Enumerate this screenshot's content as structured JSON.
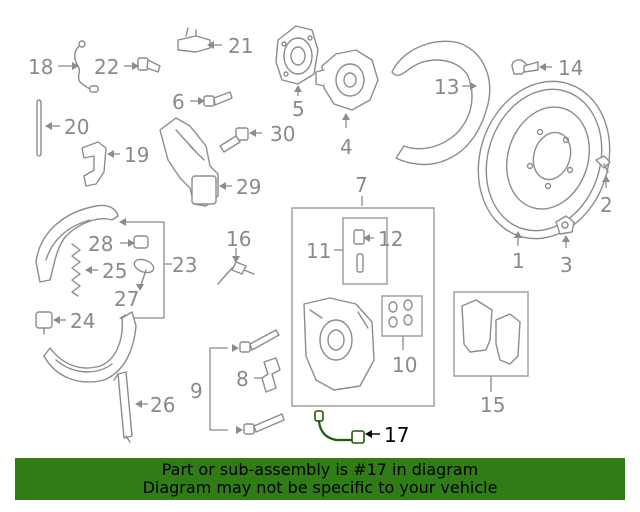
{
  "labels": {
    "p1": "1",
    "p2": "2",
    "p3": "3",
    "p4": "4",
    "p5": "5",
    "p6": "6",
    "p7": "7",
    "p8": "8",
    "p9": "9",
    "p10": "10",
    "p11": "11",
    "p12": "12",
    "p13": "13",
    "p14": "14",
    "p15": "15",
    "p16": "16",
    "p17": "17",
    "p18": "18",
    "p19": "19",
    "p20": "20",
    "p21": "21",
    "p22": "22",
    "p23": "23",
    "p24": "24",
    "p25": "25",
    "p26": "26",
    "p27": "27",
    "p28": "28",
    "p29": "29",
    "p30": "30"
  },
  "highlight_part": "17",
  "colors": {
    "line": "#8c8c8c",
    "highlight": "#1f5c0c",
    "banner": "#2f7d14"
  },
  "banner": {
    "line1": "Part or sub-assembly is #17 in diagram",
    "line2": "Diagram may not be specific to your vehicle"
  }
}
